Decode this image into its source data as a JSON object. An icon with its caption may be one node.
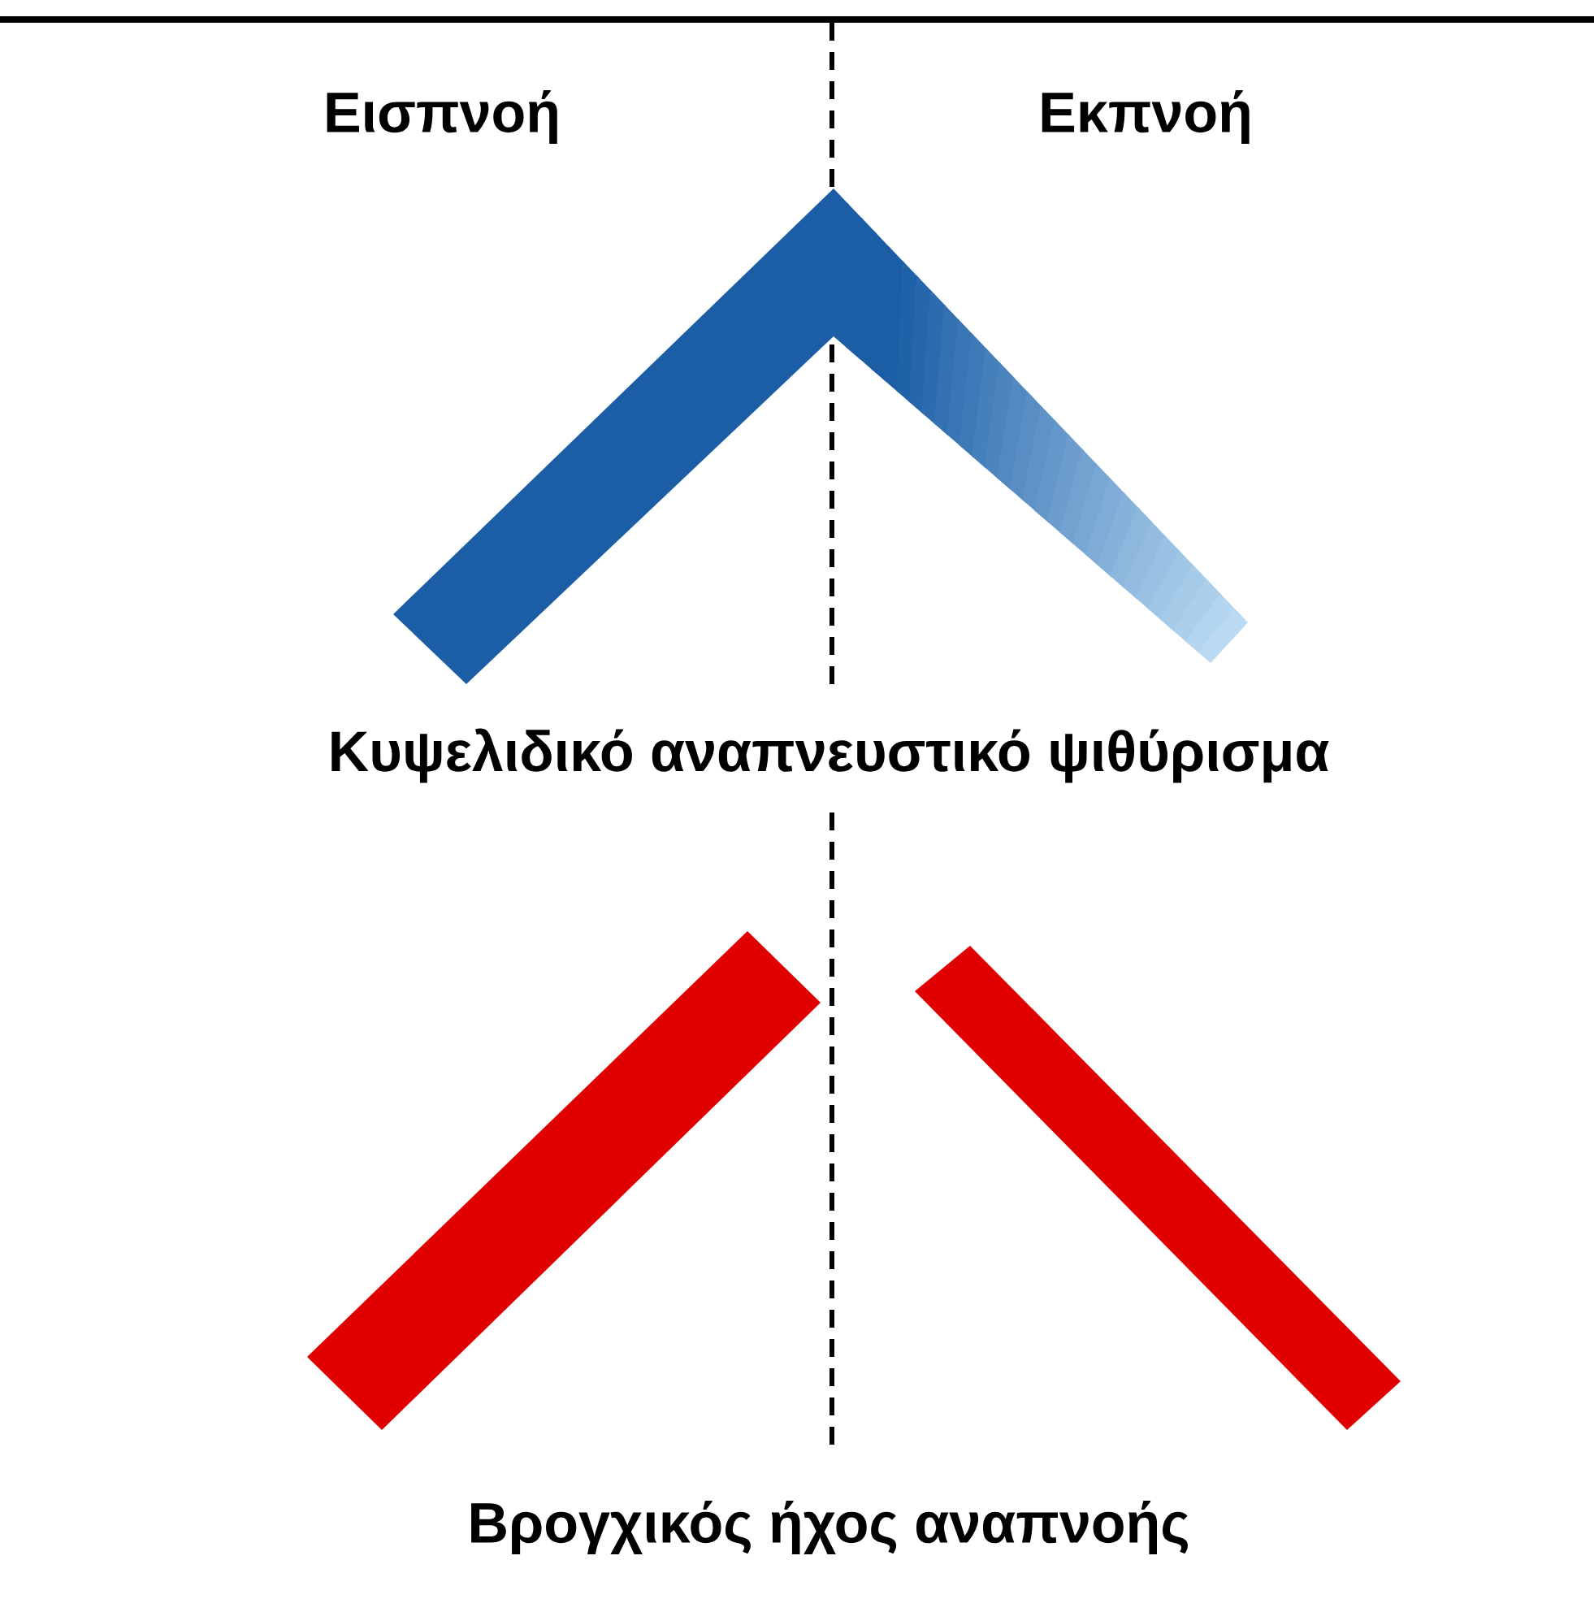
{
  "diagram": {
    "labels": [
      "Εισπνοή",
      "Εκπνοή",
      "Κυψελιδικό αναπνευστικό ψιθύρισμα",
      "Βρογχικός ήχος αναπνοής"
    ]
  }
}
